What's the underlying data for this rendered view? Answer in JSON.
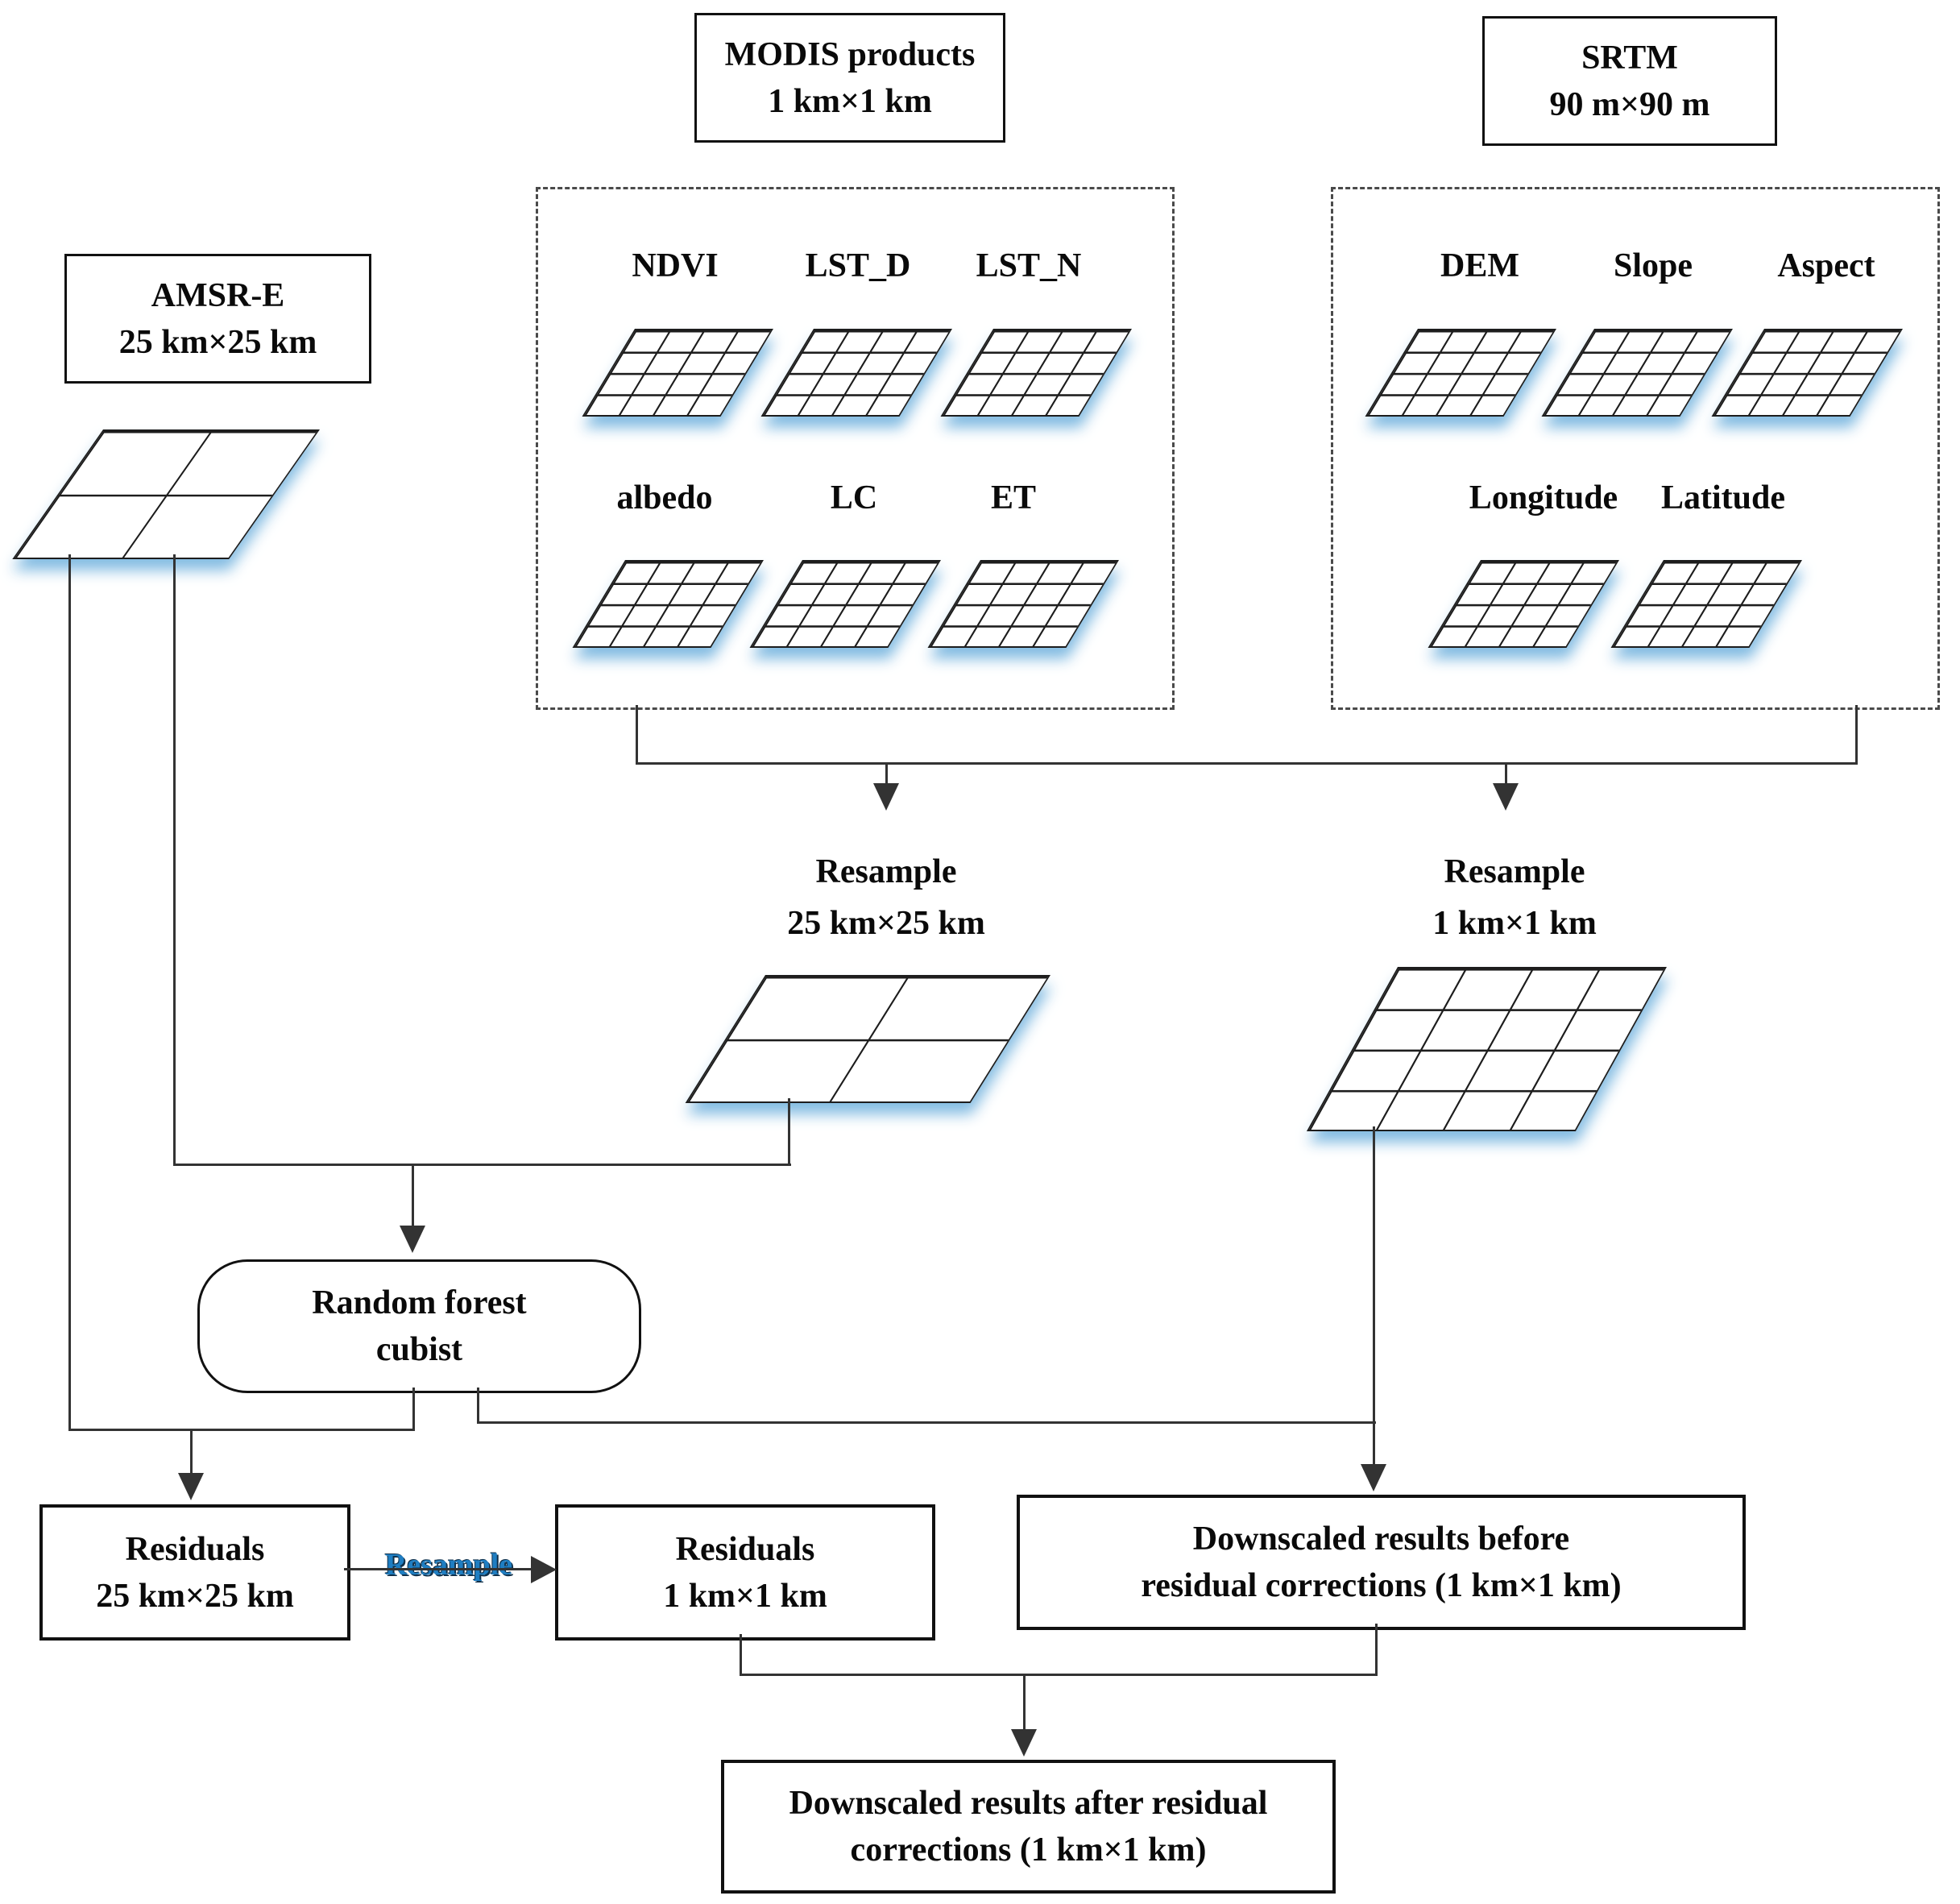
{
  "title_boxes": {
    "amsre": {
      "name": "AMSR-E",
      "res": "25 km×25 km"
    },
    "modis": {
      "name": "MODIS products",
      "res": "1 km×1 km"
    },
    "srtm": {
      "name": "SRTM",
      "res": "90 m×90 m"
    }
  },
  "modis_group": {
    "row1_labels": [
      "NDVI",
      "LST_D",
      "LST_N"
    ],
    "row2_labels": [
      "albedo",
      "LC",
      "ET"
    ]
  },
  "srtm_group": {
    "row1_labels": [
      "DEM",
      "Slope",
      "Aspect"
    ],
    "row2_labels": [
      "Longitude",
      "Latitude"
    ]
  },
  "resample_nodes": {
    "to_25km": {
      "line1": "Resample",
      "line2": "25 km×25 km"
    },
    "to_1km": {
      "line1": "Resample",
      "line2": "1 km×1 km"
    }
  },
  "model_box": {
    "line1": "Random forest",
    "line2": "cubist"
  },
  "edge_labels": {
    "resample": "Resample"
  },
  "result_boxes": {
    "residuals_25km": {
      "line1": "Residuals",
      "line2": "25 km×25 km"
    },
    "residuals_1km": {
      "line1": "Residuals",
      "line2": "1 km×1 km"
    },
    "downscaled_before": {
      "line1": "Downscaled results before",
      "line2": "residual corrections (1 km×1 km)"
    },
    "downscaled_after": {
      "line1": "Downscaled results after residual",
      "line2": "corrections (1 km×1 km)"
    }
  },
  "colors": {
    "resample_edge_label": "#1f7ec2",
    "grid_glow": "#7db8e0",
    "connector": "#333333",
    "box_border": "#111111"
  }
}
